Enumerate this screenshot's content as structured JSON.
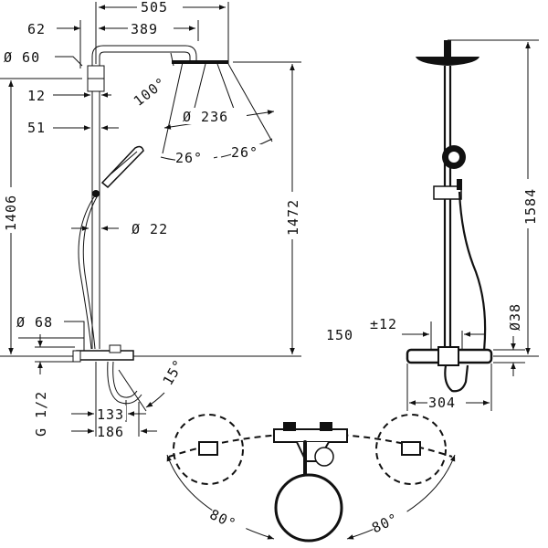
{
  "dimensions": {
    "d505": "505",
    "d389": "389",
    "d62": "62",
    "d60": "Ø 60",
    "d100deg": "100°",
    "d12": "12",
    "d51": "51",
    "d236": "Ø 236",
    "d26a": "26°",
    "d26b": "26°",
    "d1406": "1406",
    "d1472": "1472",
    "d22": "Ø 22",
    "d68": "Ø 68",
    "d15deg": "15°",
    "dG12": "G 1/2",
    "d133": "133",
    "d186": "186",
    "d1584": "1584",
    "d150": "150",
    "d12tol": "±12",
    "d38": "Ø38",
    "d304": "304",
    "d80a": "80°",
    "d80b": "80°"
  }
}
